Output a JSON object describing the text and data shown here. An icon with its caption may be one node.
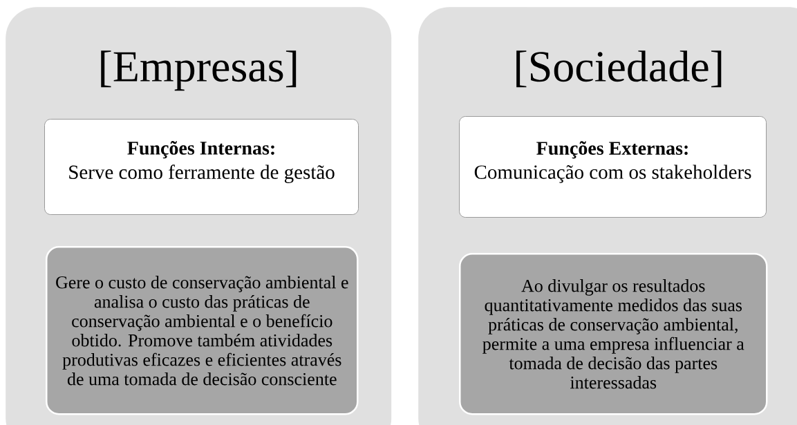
{
  "diagram": {
    "nodes": [
      {
        "text": [
          "[Empresas]"
        ]
      },
      {
        "text": [
          "Funções Internas:",
          "Serve como ferramente de gestão"
        ],
        "in": 0
      },
      {
        "text": [
          "Gere o custo de conservação ambiental e analisa o custo das práticas de conservação ambiental e o benefício obtido. Promove também atividades produtivas eficazes e eficientes através de uma tomada de decisão consciente"
        ],
        "in": 0
      },
      {
        "text": [
          "[Sociedade]"
        ]
      },
      {
        "text": [
          "Funções Externas:",
          "Comunicação com os stakeholders"
        ],
        "in": 3
      },
      {
        "text": [
          "Ao divulgar os resultados quantitativamente medidos das suas práticas de conservação ambiental, permite a uma empresa influenciar a tomada de decisão das partes interessadas"
        ],
        "in": 3
      }
    ]
  }
}
